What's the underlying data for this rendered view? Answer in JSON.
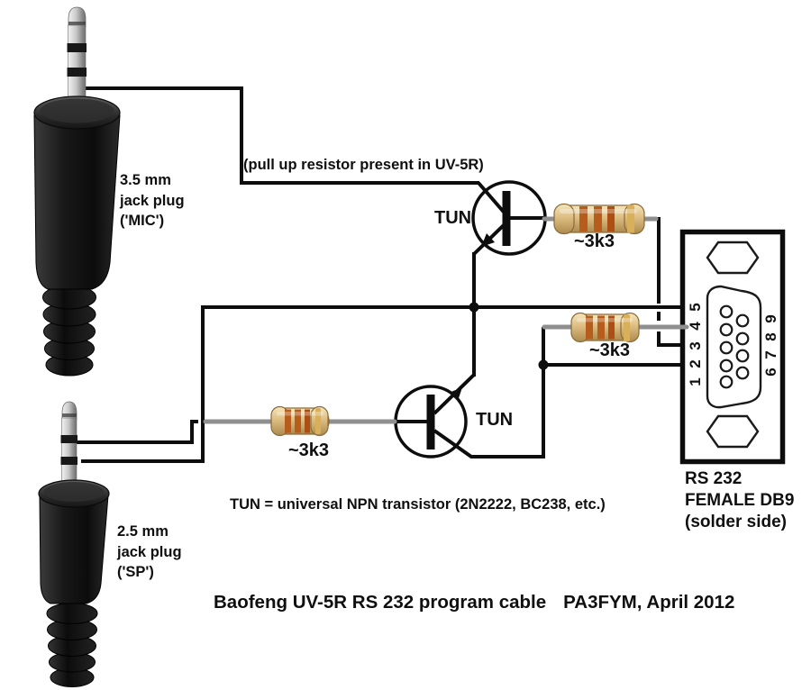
{
  "diagram": {
    "pullup_note": "(pull up resistor present in UV-5R)",
    "tun_definition": "TUN = universal NPN transistor (2N2222, BC238, etc.)",
    "title": "Baofeng UV-5R RS 232 program cable",
    "byline": "PA3FYM, April 2012"
  },
  "mic_plug": {
    "size": "3.5 mm",
    "type": "jack plug",
    "name": "('MIC')"
  },
  "sp_plug": {
    "size": "2.5 mm",
    "type": "jack plug",
    "name": "('SP')"
  },
  "transistors": [
    {
      "label": "TUN"
    },
    {
      "label": "TUN"
    }
  ],
  "resistors": [
    {
      "value": "~3k3"
    },
    {
      "value": "~3k3"
    },
    {
      "value": "~3k3"
    }
  ],
  "db9": {
    "label_line1": "RS 232",
    "label_line2": "FEMALE DB9",
    "label_line3": "(solder side)",
    "pins_left": [
      "5",
      "4",
      "3",
      "2",
      "1"
    ],
    "pins_right": [
      "9",
      "8",
      "7",
      "6"
    ]
  },
  "colors": {
    "wire": "#0d0d0d",
    "resistor_body": "#e8d2a0",
    "resistor_band": "#b65c1c",
    "resistor_band_gold": "#d8b05c",
    "lead": "#8f8f8f",
    "background": "#ffffff"
  }
}
